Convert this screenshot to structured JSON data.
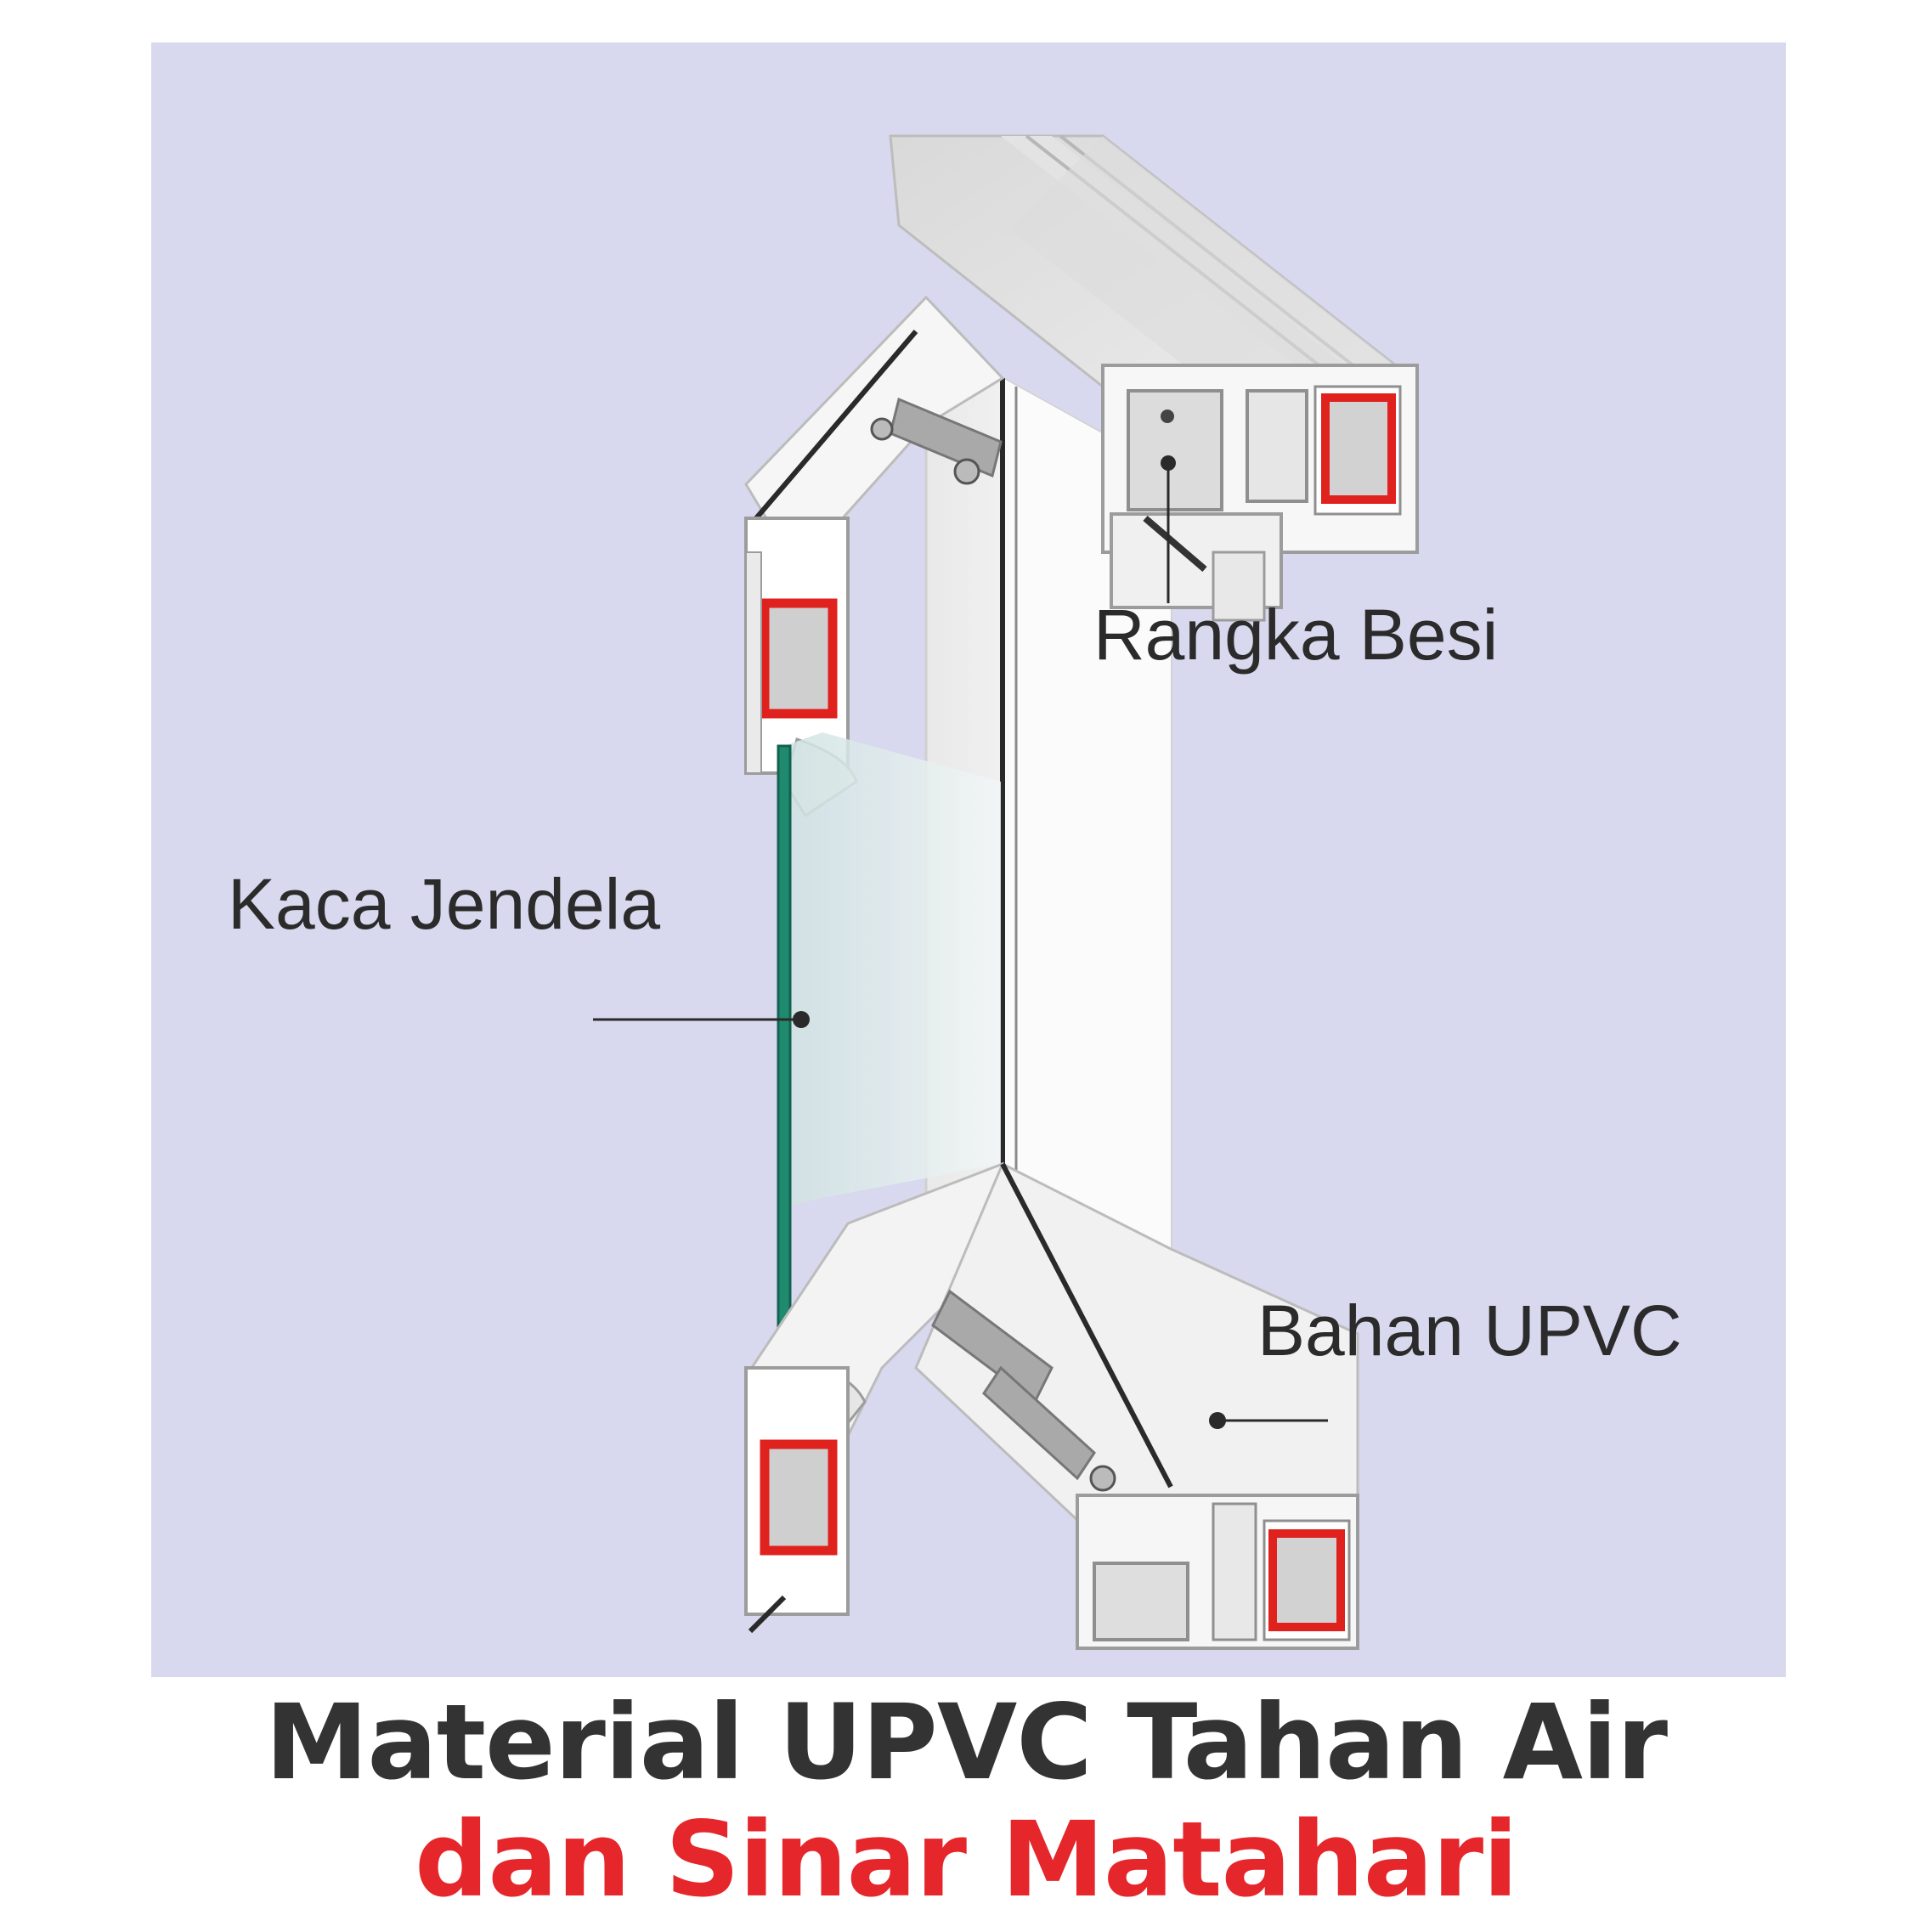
{
  "labels": {
    "rangka_besi": "Rangka Besi",
    "kaca_jendela": "Kaca Jendela",
    "bahan_upvc": "Bahan UPVC"
  },
  "caption": {
    "line1": "Material UPVC Tahan Air",
    "line2": "dan Sinar Matahari"
  },
  "colors": {
    "background": "#d8d8ee",
    "profile_white": "#f4f4f4",
    "profile_shadow": "#c9cac9",
    "steel_reinforcement": "#e0221e",
    "glass": "#1f8a6e",
    "caption_dark": "#333333",
    "caption_red": "#e5262b",
    "label_text": "#2b2b2b"
  }
}
